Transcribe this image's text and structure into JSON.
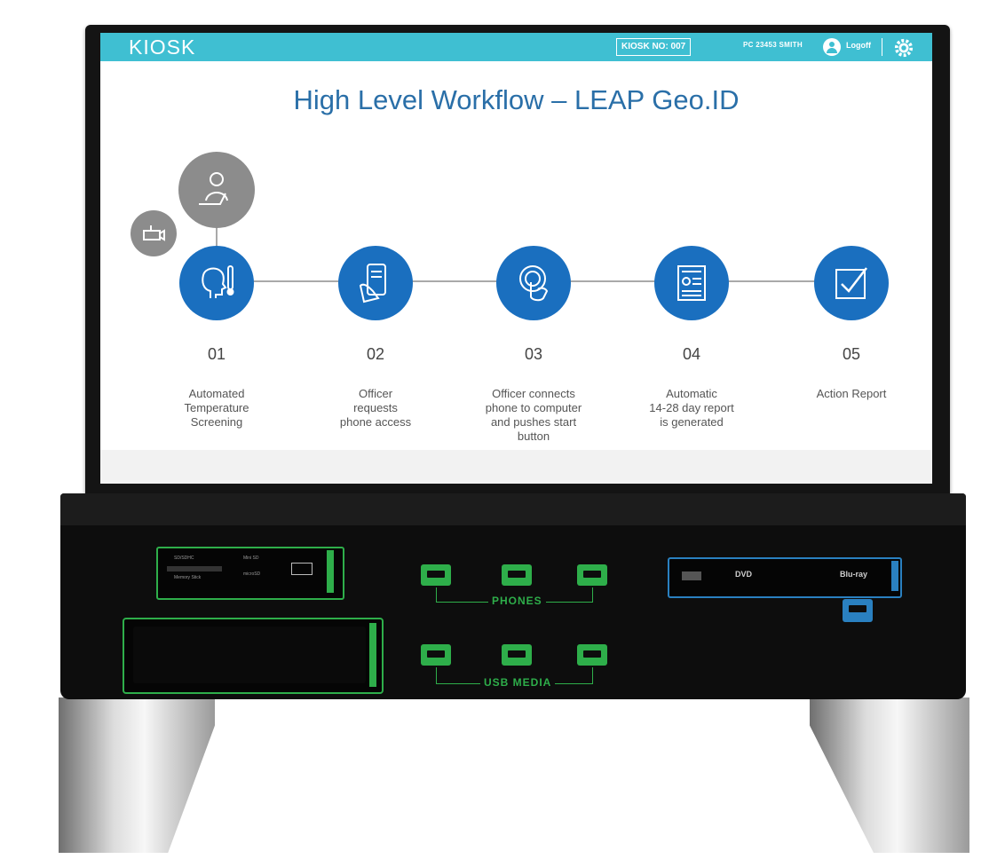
{
  "header": {
    "brand": "KIOSK",
    "kiosk_no": "KIOSK NO: 007",
    "user_id": "PC 23453 SMITH",
    "logout_label": "Logoff",
    "settings_icon": "gear-icon"
  },
  "workflow": {
    "title": "High Level Workflow – LEAP Geo.ID",
    "steps": [
      {
        "num": "01",
        "lines": [
          "Automated",
          "Temperature",
          "Screening"
        ],
        "icon": "temperature-head-icon"
      },
      {
        "num": "02",
        "lines": [
          "Officer",
          "requests",
          "phone access"
        ],
        "icon": "phone-hand-icon"
      },
      {
        "num": "03",
        "lines": [
          "Officer connects",
          "phone to computer",
          "and pushes start",
          "button"
        ],
        "icon": "touch-button-icon"
      },
      {
        "num": "04",
        "lines": [
          "Automatic",
          "14-28 day report",
          "is generated"
        ],
        "icon": "report-icon"
      },
      {
        "num": "05",
        "lines": [
          "Action Report"
        ],
        "icon": "checkbox-icon"
      }
    ],
    "side_icons": [
      "officer-computer-icon",
      "camera-icon"
    ]
  },
  "hardware": {
    "phones_label": "PHONES",
    "usb_media_label": "USB MEDIA",
    "card_reader_text": [
      "SD/SDHC",
      "Mini SD",
      "microSD",
      "Memory Stick"
    ],
    "disc_logos": [
      "DVD",
      "Blu-ray"
    ],
    "colors": {
      "accent_green": "#2eae4a",
      "accent_blue": "#2a80c0",
      "header_cyan": "#3fbfd2",
      "step_blue": "#1a6fbf"
    }
  }
}
